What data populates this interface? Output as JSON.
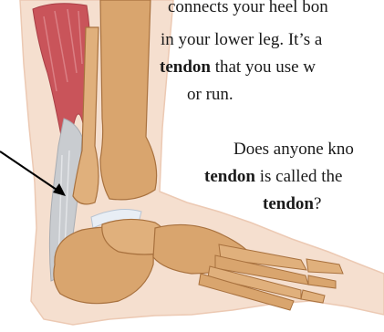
{
  "paragraph1": {
    "line1": "connects your heel bon",
    "line2": "in your lower leg. It’s a",
    "line3_bold": "tendon",
    "line3_rest": " that you use w",
    "line4": "or run."
  },
  "paragraph2": {
    "line1": "Does anyone kno",
    "line2_bold": "tendon",
    "line2_rest": " is called the",
    "line3_bold": "tendon",
    "line3_rest": "?"
  },
  "colors": {
    "skin": "#f5dfcf",
    "bone": "#d9a56e",
    "tendon": "#c9ccd0",
    "muscle": "#c9545a",
    "cartilage": "#e8eef5"
  }
}
